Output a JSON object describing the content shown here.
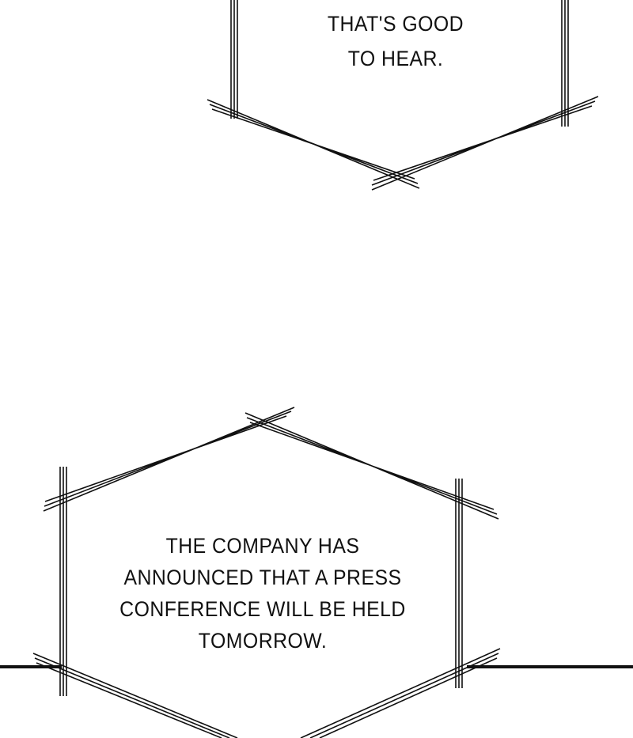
{
  "panels": [
    {
      "bubble": "top",
      "lines": [
        "THAT'S GOOD",
        "TO HEAR."
      ]
    },
    {
      "bubble": "bottom",
      "lines": [
        "THE COMPANY HAS",
        "ANNOUNCED THAT A PRESS",
        "CONFERENCE WILL BE HELD",
        "TOMORROW."
      ]
    }
  ],
  "colors": {
    "ink": "#111111",
    "background": "#ffffff"
  }
}
